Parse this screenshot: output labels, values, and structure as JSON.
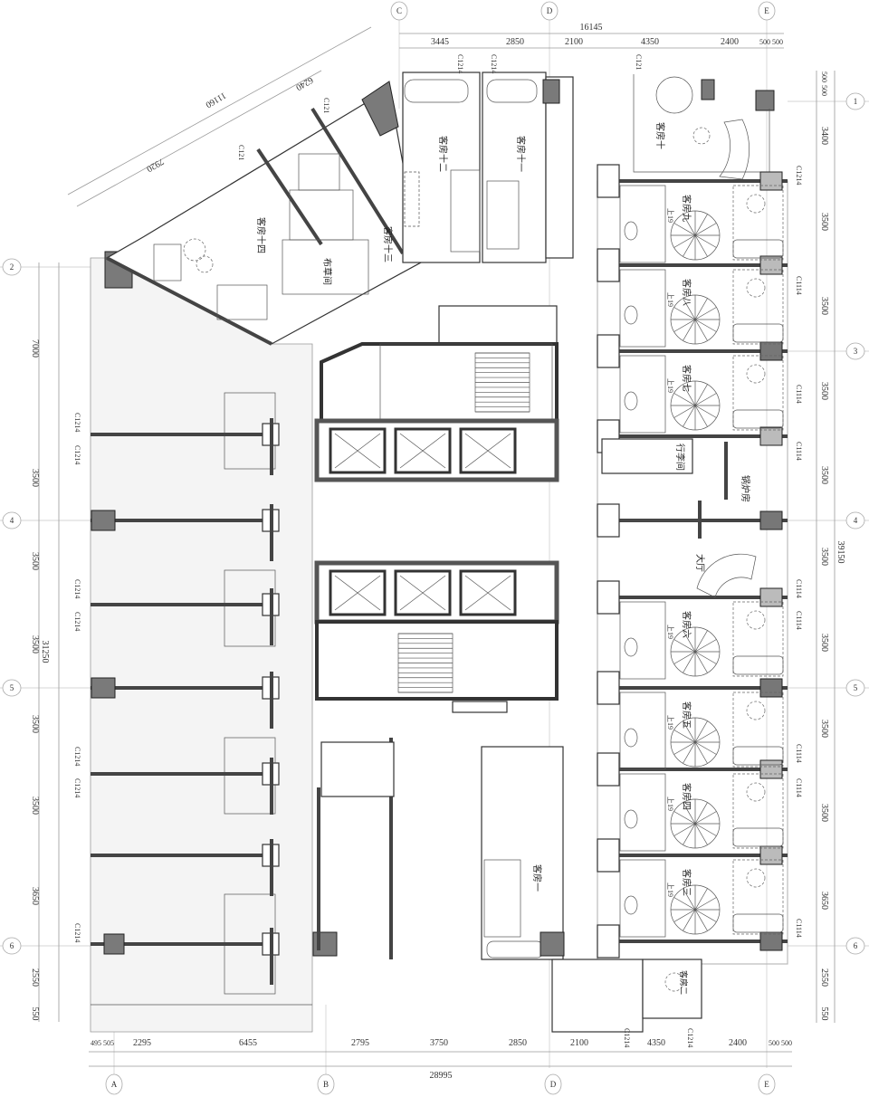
{
  "grid_axes": {
    "columns": [
      "A",
      "B",
      "C",
      "D",
      "E"
    ],
    "rows": [
      "1",
      "2",
      "3",
      "4",
      "5",
      "6"
    ]
  },
  "dimensions": {
    "top_total": "16145",
    "top_segments": [
      "3445",
      "2850",
      "2100",
      "4350",
      "2400",
      "500",
      "500"
    ],
    "bottom_total": "28995",
    "bottom_segments": [
      "495",
      "505",
      "2295",
      "6455",
      "2795",
      "3750",
      "2850",
      "2100",
      "4350",
      "2400",
      "500",
      "500"
    ],
    "left_total": "31250",
    "left_segments": [
      "7000",
      "3500",
      "3500",
      "3500",
      "3500",
      "3500",
      "3650",
      "2550",
      "550"
    ],
    "right_total": "39150",
    "right_segments": [
      "500",
      "500",
      "3400",
      "3500",
      "3500",
      "3500",
      "3500",
      "3500",
      "3500",
      "3500",
      "3500",
      "3650",
      "2550",
      "550"
    ],
    "angled_total": "11160",
    "angled_segments": [
      "7920",
      "6240"
    ]
  },
  "window_tags": {
    "c1214": "C1214",
    "c1114": "C1114",
    "c121": "C121"
  },
  "rooms": {
    "r14": "客房十四",
    "r13": "客房十三",
    "linen": "布草间",
    "r12": "客房十二",
    "r11": "客房十一",
    "r10": "客房十",
    "r9": "客房九",
    "r8": "客房八",
    "r7": "客房七",
    "luggage": "行李间",
    "boiler": "锅炉房",
    "lobby": "大厅",
    "r6": "客房六",
    "r5": "客房五",
    "r4": "客房四",
    "r3": "客房三",
    "r2": "客房二",
    "r1": "客房一"
  },
  "annotations": {
    "up": "上19"
  }
}
